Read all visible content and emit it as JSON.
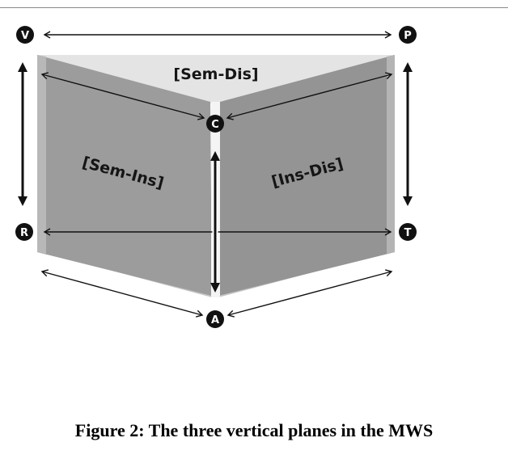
{
  "nodes": {
    "V": "V",
    "P": "P",
    "C": "C",
    "R": "R",
    "T": "T",
    "A": "A"
  },
  "planes": {
    "top": "[Sem-Dis]",
    "left": "[Sem-Ins]",
    "right": "[Ins-Dis]"
  },
  "caption": "Figure 2: The three vertical planes in the MWS"
}
